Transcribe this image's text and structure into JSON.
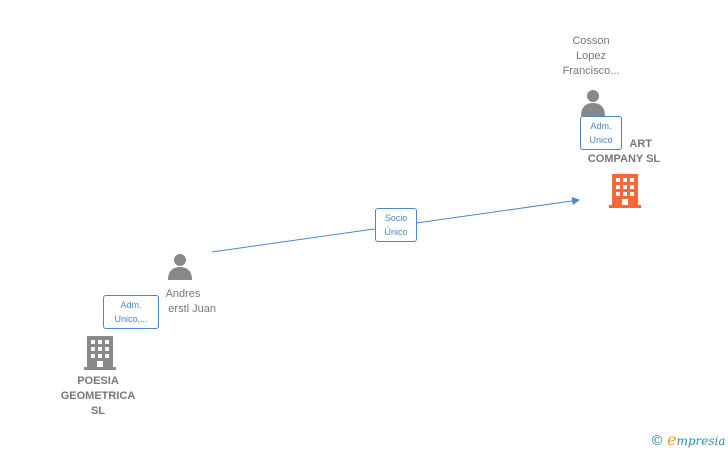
{
  "nodes": {
    "cosson": {
      "name_lines": [
        "Cosson",
        "Lopez",
        "Francisco..."
      ]
    },
    "art_company": {
      "name_lines": [
        "ART",
        "COMPANY  SL"
      ]
    },
    "andres": {
      "name_lines": [
        "Andres",
        "erstl Juan"
      ]
    },
    "poesia": {
      "name_lines": [
        "POESIA",
        "GEOMETRICA",
        "SL"
      ]
    }
  },
  "relations": {
    "cosson_adm": [
      "Adm.",
      "Unico"
    ],
    "socio_unico": [
      "Socio",
      "Único"
    ],
    "andres_adm": [
      "Adm.",
      "Unico,..."
    ]
  },
  "watermark": {
    "copyright": "©",
    "brand_initial": "e",
    "brand_rest": "mpresia"
  },
  "colors": {
    "edge": "#4a86c8",
    "person": "#888888",
    "company_gray": "#888888",
    "company_orange": "#f26a3b"
  }
}
